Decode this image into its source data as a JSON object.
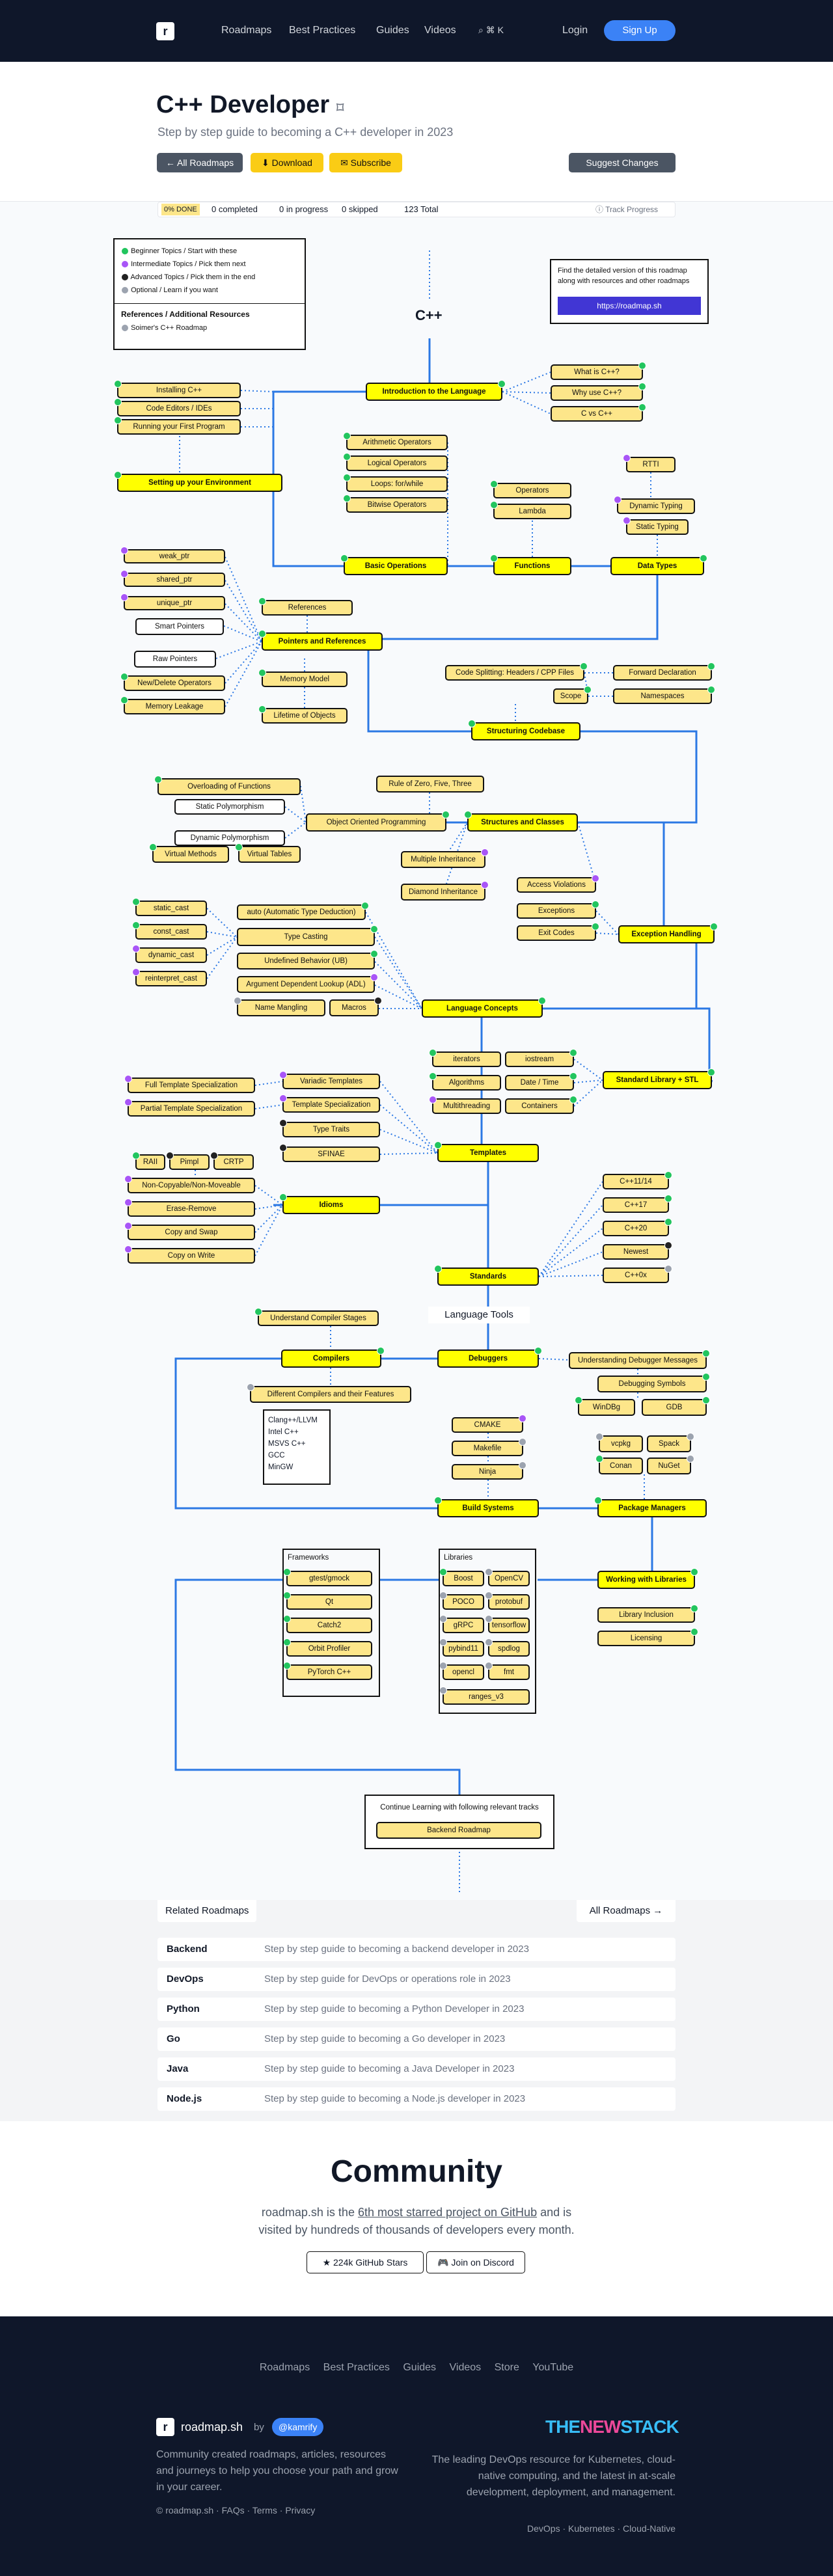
{
  "nav": {
    "brand": "roadmap.sh",
    "links": [
      "Roadmaps",
      "Best Practices",
      "Guides",
      "Videos"
    ],
    "search": "⌘ K",
    "login": "Login",
    "signup": "Sign Up"
  },
  "header": {
    "title": "C++ Developer",
    "subtitle": "Step by step guide to becoming a C++ developer in 2023",
    "all_roadmaps": "← All Roadmaps",
    "download": "⬇ Download",
    "subscribe": "✉ Subscribe",
    "suggest": "Suggest Changes"
  },
  "progress": {
    "done": "0% DONE",
    "completed": "0 completed",
    "in_progress": "0 in progress",
    "skipped": "0 skipped",
    "total": "123 Total",
    "track": "Track Progress"
  },
  "legend": {
    "items": [
      "Beginner Topics / Start with these",
      "Intermediate Topics / Pick them next",
      "Advanced Topics / Pick them in the end",
      "Optional / Learn if you want"
    ],
    "refs_title": "References / Additional Resources",
    "ref_item": "Soimer's C++ Roadmap"
  },
  "detailed": {
    "text1": "Find the detailed version of this roadmap",
    "text2": "along with resources and other roadmaps",
    "link": "https://roadmap.sh"
  },
  "roadmap": {
    "title": "C++",
    "language_tools": "Language Tools",
    "frameworks_label": "Frameworks",
    "libraries_label": "Libraries",
    "compilers_list": [
      "Clang++/LLVM",
      "Intel C++",
      "MSVS C++",
      "GCC",
      "MinGW"
    ],
    "continue_text": "Continue Learning with following relevant tracks",
    "backend_roadmap": "Backend Roadmap",
    "nodes": [
      "Introduction to the Language",
      "What is C++?",
      "Why use C++?",
      "C vs C++",
      "Installing C++",
      "Code Editors / IDEs",
      "Running your First Program",
      "Setting up your Environment",
      "Arithmetic Operators",
      "Logical Operators",
      "Loops: for/while",
      "Bitwise Operators",
      "Basic Operations",
      "Operators",
      "Lambda",
      "Functions",
      "RTTI",
      "Dynamic Typing",
      "Static Typing",
      "Data Types",
      "weak_ptr",
      "shared_ptr",
      "unique_ptr",
      "Smart Pointers",
      "References",
      "Pointers and References",
      "Raw Pointers",
      "New/Delete Operators",
      "Memory Leakage",
      "Memory Model",
      "Lifetime of Objects",
      "Code Splitting: Headers / CPP Files",
      "Forward Declaration",
      "Scope",
      "Namespaces",
      "Structuring Codebase",
      "Rule of Zero, Five, Three",
      "Overloading of Functions",
      "Static Polymorphism",
      "Object Oriented Programming",
      "Structures and Classes",
      "Dynamic Polymorphism",
      "Virtual Methods",
      "Virtual Tables",
      "Multiple Inheritance",
      "Diamond Inheritance",
      "Access Violations",
      "Exceptions",
      "Exit Codes",
      "Exception Handling",
      "static_cast",
      "const_cast",
      "dynamic_cast",
      "reinterpret_cast",
      "auto (Automatic Type Deduction)",
      "Type Casting",
      "Undefined Behavior (UB)",
      "Argument Dependent Lookup (ADL)",
      "Name Mangling",
      "Macros",
      "Language Concepts",
      "iterators",
      "iostream",
      "Algorithms",
      "Date / Time",
      "Multithreading",
      "Containers",
      "Standard Library + STL",
      "Full Template Specialization",
      "Partial Template Specialization",
      "Variadic Templates",
      "Template Specialization",
      "Type Traits",
      "SFINAE",
      "Templates",
      "RAII",
      "Pimpl",
      "CRTP",
      "Non-Copyable/Non-Moveable",
      "Erase-Remove",
      "Copy and Swap",
      "Copy on Write",
      "Idioms",
      "C++11/14",
      "C++17",
      "C++20",
      "Newest",
      "C++0x",
      "Standards",
      "Understand Compiler Stages",
      "Compilers",
      "Debuggers",
      "Understanding Debugger Messages",
      "Debugging Symbols",
      "WinDBg",
      "GDB",
      "Different Compilers and their Features",
      "CMAKE",
      "Makefile",
      "Ninja",
      "vcpkg",
      "Spack",
      "Conan",
      "NuGet",
      "Build Systems",
      "Package Managers",
      "gtest/gmock",
      "Qt",
      "Catch2",
      "Orbit Profiler",
      "PyTorch C++",
      "Boost",
      "OpenCV",
      "POCO",
      "protobuf",
      "gRPC",
      "tensorflow",
      "pybind11",
      "spdlog",
      "opencl",
      "fmt",
      "ranges_v3",
      "Working with Libraries",
      "Library Inclusion",
      "Licensing"
    ]
  },
  "related": {
    "title": "Related Roadmaps",
    "all": "All Roadmaps →",
    "rows": [
      {
        "name": "Backend",
        "desc": "Step by step guide to becoming a backend developer in 2023"
      },
      {
        "name": "DevOps",
        "desc": "Step by step guide for DevOps or operations role in 2023"
      },
      {
        "name": "Python",
        "desc": "Step by step guide to becoming a Python Developer in 2023"
      },
      {
        "name": "Go",
        "desc": "Step by step guide to becoming a Go developer in 2023"
      },
      {
        "name": "Java",
        "desc": "Step by step guide to becoming a Java Developer in 2023"
      },
      {
        "name": "Node.js",
        "desc": "Step by step guide to becoming a Node.js developer in 2023"
      }
    ]
  },
  "community": {
    "title": "Community",
    "line1_pre": "roadmap.sh is the ",
    "line1_link": "6th most starred project on GitHub",
    "line1_post": " and is",
    "line2": "visited by hundreds of thousands of developers every month.",
    "stars": "★ 224k  GitHub Stars",
    "discord": "Join on Discord"
  },
  "footer": {
    "links": [
      "Roadmaps",
      "Best Practices",
      "Guides",
      "Videos",
      "Store",
      "YouTube"
    ],
    "brand": "roadmap.sh",
    "by": "by",
    "author": "@kamrify",
    "desc": "Community created roadmaps, articles, resources and journeys to help you choose your path and grow in your career.",
    "copy": "© roadmap.sh  ·  FAQs  ·  Terms  ·  Privacy",
    "tns_logo": "THENEWSTACK",
    "tns_desc": "The leading DevOps resource for Kubernetes, cloud-native computing, and the latest in at-scale development, deployment, and management.",
    "tns_links": "DevOps  ·  Kubernetes  ·  Cloud-Native"
  }
}
